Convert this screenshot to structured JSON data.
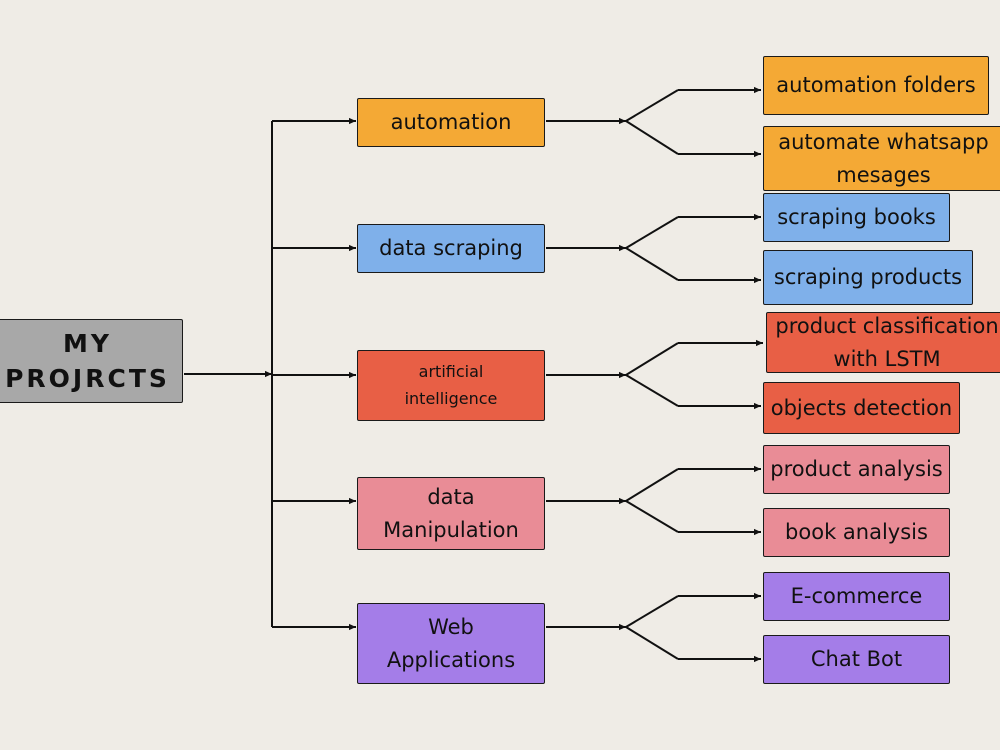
{
  "root": {
    "label": "MY\nPROJRCTS",
    "color": "#a8a8a8"
  },
  "categories": [
    {
      "label": "automation",
      "color": "#f4a935",
      "children": [
        "automation folders",
        "automate whatsapp\nmesages"
      ]
    },
    {
      "label": "data scraping",
      "color": "#7fb0ea",
      "children": [
        "scraping books",
        "scraping products"
      ]
    },
    {
      "label": "artificial\nintelligence",
      "color": "#e85f45",
      "children": [
        "product classification\nwith LSTM",
        "objects detection"
      ]
    },
    {
      "label": "data\nManipulation",
      "color": "#e98c96",
      "children": [
        "product analysis",
        "book analysis"
      ]
    },
    {
      "label": "Web\nApplications",
      "color": "#a47de8",
      "children": [
        "E-commerce",
        "Chat Bot"
      ]
    }
  ]
}
